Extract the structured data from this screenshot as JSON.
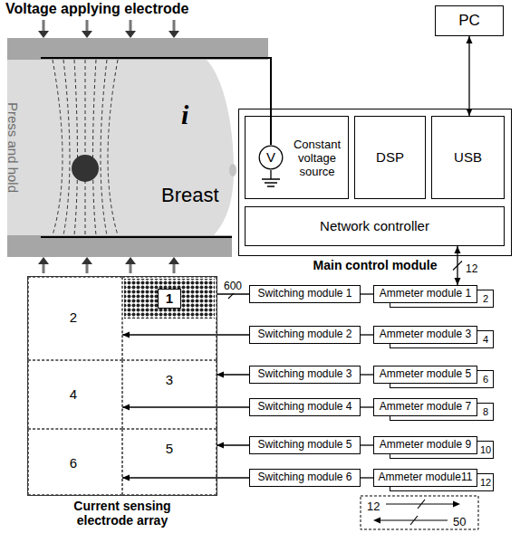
{
  "diagram": {
    "nodes": [
      {
        "text": [
          "PC"
        ]
      },
      {
        "text": [
          "Main control module"
        ]
      },
      {
        "text": [
          "Constant voltage source"
        ],
        "in": 1
      },
      {
        "text": [
          "V"
        ],
        "in": 2
      },
      {
        "text": [
          "DSP"
        ],
        "in": 1
      },
      {
        "text": [
          "USB"
        ],
        "in": 1
      },
      {
        "text": [
          "Network controller"
        ],
        "in": 1
      },
      {
        "text": [
          "Current sensing electrode array"
        ]
      },
      {
        "text": [
          "2"
        ],
        "in": 7
      },
      {
        "text": [
          "1"
        ],
        "in": 7
      },
      {
        "text": [
          "4"
        ],
        "in": 7
      },
      {
        "text": [
          "3"
        ],
        "in": 7
      },
      {
        "text": [
          "6"
        ],
        "in": 7
      },
      {
        "text": [
          "5"
        ],
        "in": 7
      },
      {
        "text": [
          "Switching module 1"
        ]
      },
      {
        "text": [
          "Switching module 2"
        ]
      },
      {
        "text": [
          "Switching module 3"
        ]
      },
      {
        "text": [
          "Switching module 4"
        ]
      },
      {
        "text": [
          "Switching module 5"
        ]
      },
      {
        "text": [
          "Switching module 6"
        ]
      },
      {
        "text": [
          "Ammeter module 1",
          "2"
        ]
      },
      {
        "text": [
          "Ammeter module 3",
          "4"
        ]
      },
      {
        "text": [
          "Ammeter module 5",
          "6"
        ]
      },
      {
        "text": [
          "Ammeter module 7",
          "8"
        ]
      },
      {
        "text": [
          "Ammeter module 9",
          "10"
        ]
      },
      {
        "text": [
          "Ammeter module11",
          "12"
        ]
      }
    ],
    "edges": [
      {
        "from": 0,
        "to": 5,
        "arrow": "both"
      },
      {
        "from": 6,
        "to": 20,
        "label": "12",
        "arrow": "both"
      },
      {
        "from": 9,
        "to": 14,
        "label": "600",
        "arrow": "none"
      },
      {
        "from": 15,
        "to": 8,
        "arrow": "to"
      },
      {
        "from": 16,
        "to": 11,
        "arrow": "to"
      },
      {
        "from": 17,
        "to": 10,
        "arrow": "to"
      },
      {
        "from": 18,
        "to": 13,
        "arrow": "to"
      },
      {
        "from": 19,
        "to": 12,
        "arrow": "to"
      },
      {
        "from": 14,
        "to": 20,
        "arrow": "none"
      },
      {
        "from": 15,
        "to": 21,
        "arrow": "none"
      },
      {
        "from": 16,
        "to": 22,
        "arrow": "none"
      },
      {
        "from": 17,
        "to": 23,
        "arrow": "none"
      },
      {
        "from": 18,
        "to": 24,
        "arrow": "none"
      },
      {
        "from": 19,
        "to": 25,
        "arrow": "none"
      }
    ],
    "labels": [
      "Voltage applying electrode",
      "Press and hold",
      "i",
      "Breast",
      "12",
      "50"
    ]
  }
}
